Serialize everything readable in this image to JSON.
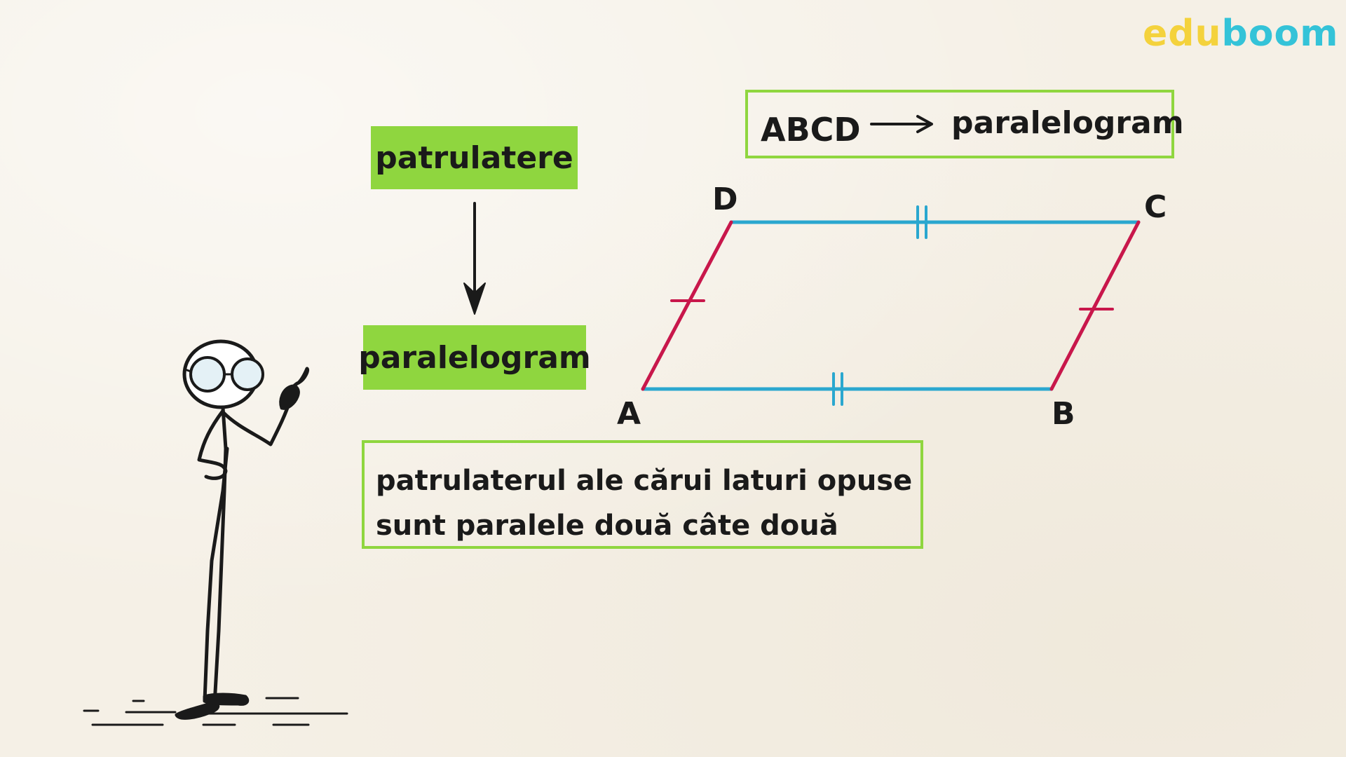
{
  "logo": {
    "part1": "edu",
    "part2": "boom"
  },
  "hierarchy": {
    "top_label": "patrulatere",
    "bottom_label": "paralelogram"
  },
  "notation": {
    "name": "ABCD",
    "target": "paralelogram"
  },
  "definition": {
    "line1": "patrulaterul ale cărui laturi opuse",
    "line2": "sunt paralele două câte două"
  },
  "vertices": {
    "A": "A",
    "B": "B",
    "C": "C",
    "D": "D"
  },
  "colors": {
    "label_fill": "#8fd63f",
    "box_border": "#8fd63f",
    "horizontal_sides": "#2aa7cf",
    "slanted_sides": "#c8174b",
    "logo_edu": "#f4d23c",
    "logo_boom": "#34c3d8"
  }
}
